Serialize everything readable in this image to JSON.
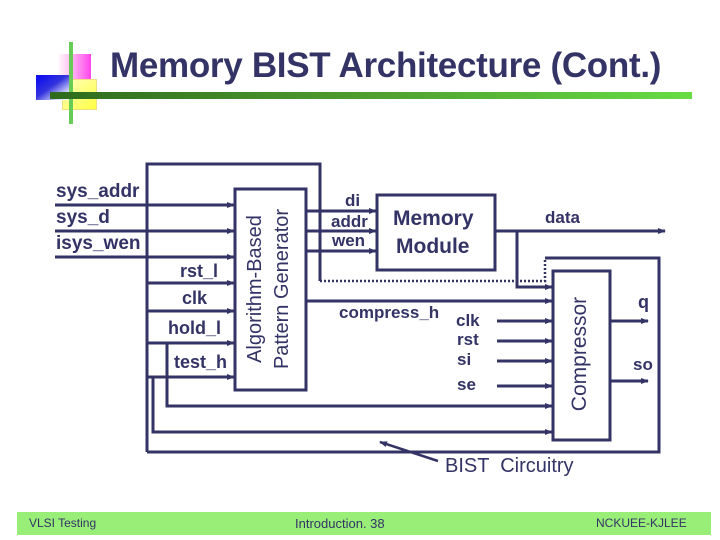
{
  "slide": {
    "title": "Memory BIST Architecture (Cont.)",
    "colors": {
      "ink": "#333366",
      "footer_bg": "#99ee77",
      "accent_green": "#4f9e2f"
    }
  },
  "diagram": {
    "external_inputs": [
      "sys_addr",
      "sys_d",
      "isys_wen"
    ],
    "generator_inputs": [
      "rst_l",
      "clk",
      "hold_l",
      "test_h"
    ],
    "generator_block": {
      "line1": "Algorithm-Based",
      "line2": "Pattern Generator"
    },
    "memory_inputs": [
      "di",
      "addr",
      "wen"
    ],
    "memory_block": {
      "line1": "Memory",
      "line2": "Module"
    },
    "memory_output": "data",
    "compressor_control": "compress_h",
    "compressor_inputs": [
      "clk",
      "rst",
      "si",
      "se"
    ],
    "compressor_block": "Compressor",
    "compressor_outputs": [
      "q",
      "so"
    ],
    "bist_label": "BIST  Circuitry"
  },
  "footer": {
    "left": "VLSI Testing",
    "center": "Introduction. 38",
    "right": "NCKUEE-KJLEE"
  }
}
